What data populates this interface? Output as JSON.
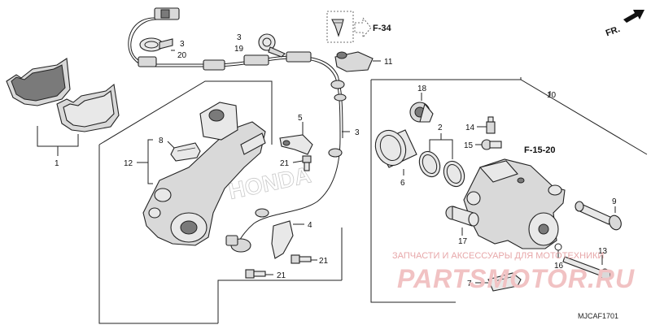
{
  "callouts": {
    "c1": "1",
    "c2": "2",
    "c3a": "3",
    "c3b": "3",
    "c3c": "3",
    "c4": "4",
    "c5": "5",
    "c6": "6",
    "c7": "7",
    "c8": "8",
    "c9": "9",
    "c10": "10",
    "c11": "11",
    "c12": "12",
    "c13": "13",
    "c14": "14",
    "c15": "15",
    "c16": "16",
    "c17": "17",
    "c18": "18",
    "c19": "19",
    "c20": "20",
    "c21a": "21",
    "c21b": "21",
    "c21c": "21"
  },
  "refs": {
    "f34": "F-34",
    "f1520": "F-15-20",
    "front": "FR."
  },
  "ghost_text": "HONDA",
  "watermark": {
    "line1": "ЗАПЧАСТИ И АКСЕССУАРЫ ДЛЯ МОТОТЕХНИКИ",
    "line2": "PARTSMOTOR.RU"
  },
  "diagram_code": "MJCAF1701",
  "colors": {
    "line": "#222222",
    "part_fill": "#d9d9d9",
    "watermark": "#e7a7a9"
  }
}
